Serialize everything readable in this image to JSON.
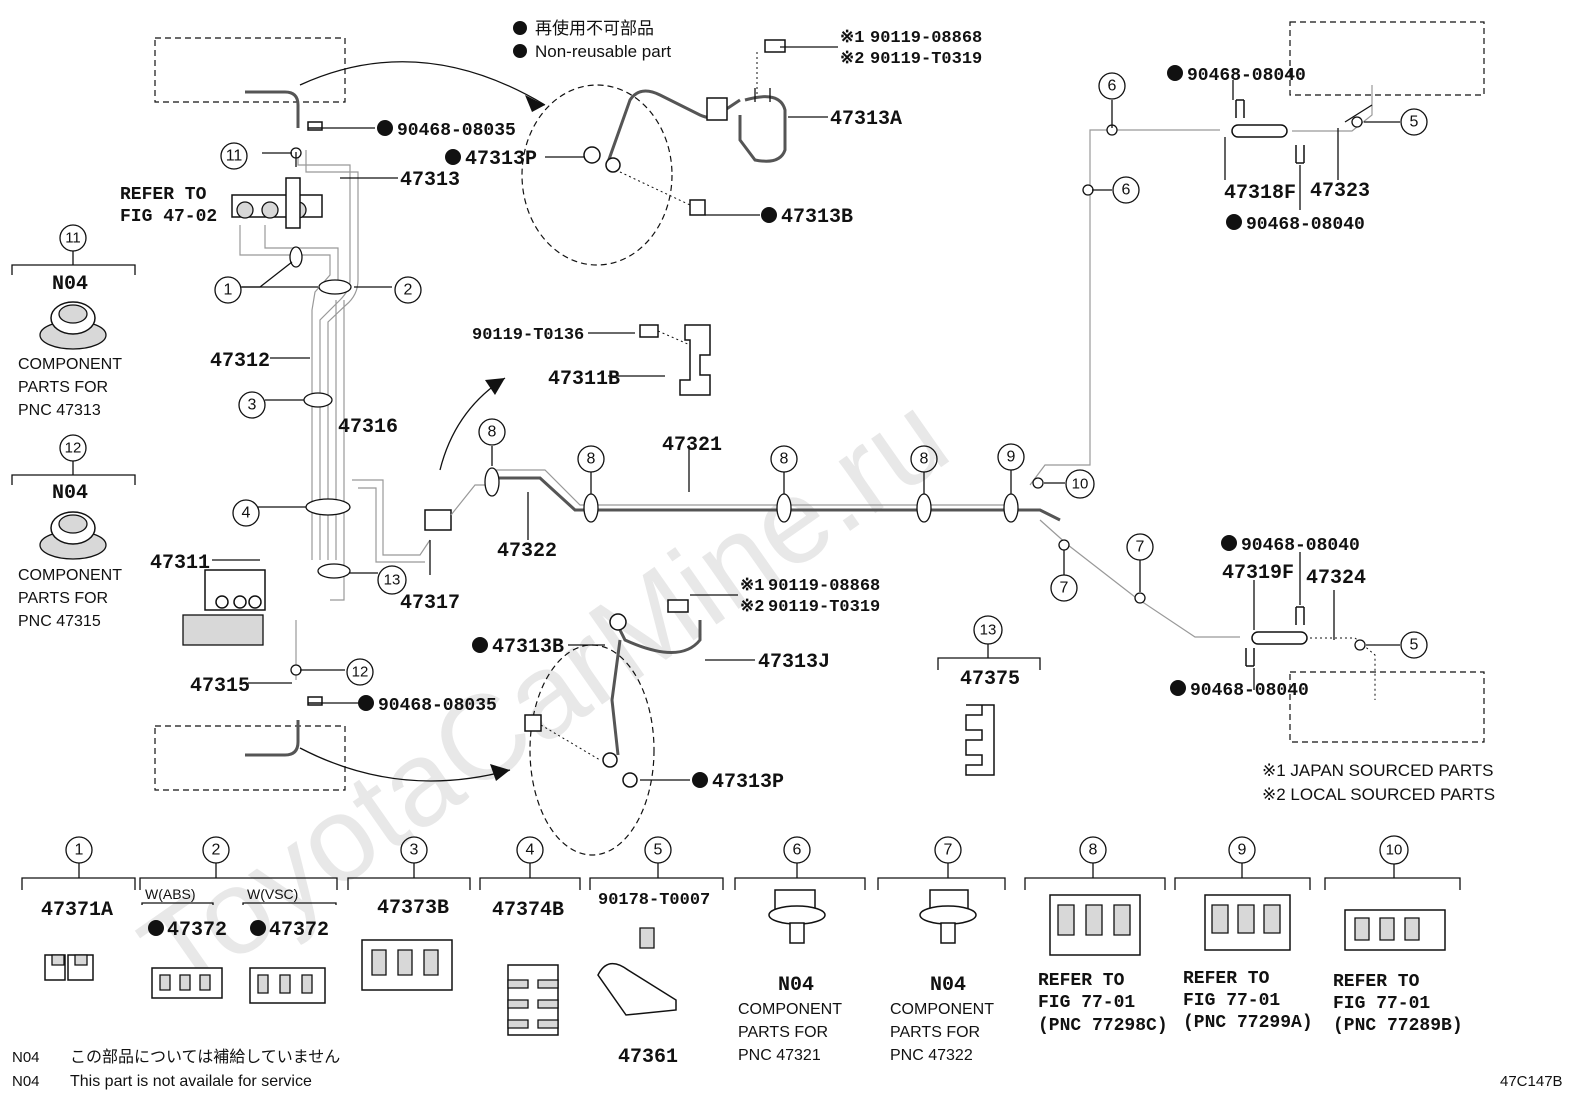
{
  "watermark": "ToyotaCarMine.ru",
  "legend": {
    "jp": "再使用不可部品",
    "en": "Non-reusable part"
  },
  "notes": {
    "n1": "※1 JAPAN SOURCED PARTS",
    "n2": "※2 LOCAL SOURCED PARTS",
    "n04_jp_code": "N04",
    "n04_jp": "この部品については補給していません",
    "n04_en_code": "N04",
    "n04_en": "This part is not availale for service",
    "figure_id": "47C147B"
  },
  "labels": {
    "l90468_08035_top": "90468-08035",
    "l47313": "47313",
    "l47313P_top": "47313P",
    "l47313A": "47313A",
    "l47313B_top": "47313B",
    "lref_1": "※1",
    "l90119_08868_top": "90119-08868",
    "lref_2": "※2",
    "l90119_T0319_top": "90119-T0319",
    "lrefer_to": "REFER TO",
    "lfig_47_02": "FIG 47-02",
    "l47312": "47312",
    "l90119_T0136": "90119-T0136",
    "l47311B": "47311B",
    "l47316": "47316",
    "l47321": "47321",
    "l47322": "47322",
    "l47311": "47311",
    "l47317": "47317",
    "l47315": "47315",
    "l90468_08035_bot": "90468-08035",
    "l47313B_bot": "47313B",
    "lref_1b": "※1",
    "l90119_08868_bot": "90119-08868",
    "lref_2b": "※2",
    "l90119_T0319_bot": "90119-T0319",
    "l47313J": "47313J",
    "l47313P_bot": "47313P",
    "l90468_08040_a": "90468-08040",
    "l47318F": "47318F",
    "l47323": "47323",
    "l90468_08040_b": "90468-08040",
    "l90468_08040_c": "90468-08040",
    "l47319F": "47319F",
    "l47324": "47324",
    "l90468_08040_d": "90468-08040",
    "l47375": "47375"
  },
  "callouts": [
    "1",
    "2",
    "3",
    "4",
    "5",
    "6",
    "7",
    "8",
    "9",
    "10",
    "11",
    "12",
    "13"
  ],
  "side_boxes": [
    {
      "callout": "11",
      "code": "N04",
      "line1": "COMPONENT",
      "line2": "PARTS FOR",
      "line3": "PNC 47313"
    },
    {
      "callout": "12",
      "code": "N04",
      "line1": "COMPONENT",
      "line2": "PARTS FOR",
      "line3": "PNC 47315"
    }
  ],
  "box13": {
    "callout": "13",
    "part": "47375"
  },
  "bottom_row": [
    {
      "callout": "1",
      "part": "47371A"
    },
    {
      "callout": "2",
      "sub_a": "W(ABS)",
      "part_a": "47372",
      "sub_b": "W(VSC)",
      "part_b": "47372"
    },
    {
      "callout": "3",
      "part": "47373B"
    },
    {
      "callout": "4",
      "part": "47374B"
    },
    {
      "callout": "5",
      "part_top": "90178-T0007",
      "part_bot": "47361"
    },
    {
      "callout": "6",
      "code": "N04",
      "line1": "COMPONENT",
      "line2": "PARTS FOR",
      "line3": "PNC 47321"
    },
    {
      "callout": "7",
      "code": "N04",
      "line1": "COMPONENT",
      "line2": "PARTS FOR",
      "line3": "PNC 47322"
    },
    {
      "callout": "8",
      "line1": "REFER TO",
      "line2": "FIG 77-01",
      "line3": "(PNC 77298C)"
    },
    {
      "callout": "9",
      "line1": "REFER TO",
      "line2": "FIG 77-01",
      "line3": "(PNC 77299A)"
    },
    {
      "callout": "10",
      "line1": "REFER TO",
      "line2": "FIG 77-01",
      "line3": "(PNC 77289B)"
    }
  ]
}
